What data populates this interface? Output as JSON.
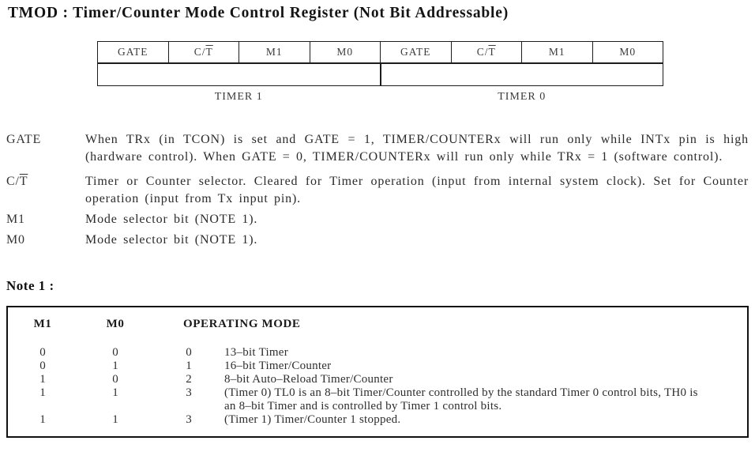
{
  "title": "TMOD : Timer/Counter Mode Control Register (Not Bit Addressable)",
  "register": {
    "bits": [
      {
        "text": "GATE",
        "overline": ""
      },
      {
        "text": "C/",
        "overline": "T"
      },
      {
        "text": "M1",
        "overline": ""
      },
      {
        "text": "M0",
        "overline": ""
      },
      {
        "text": "GATE",
        "overline": ""
      },
      {
        "text": "C/",
        "overline": "T"
      },
      {
        "text": "M1",
        "overline": ""
      },
      {
        "text": "M0",
        "overline": ""
      }
    ],
    "timer1_label": "TIMER 1",
    "timer0_label": "TIMER 0"
  },
  "definitions": [
    {
      "term": "GATE",
      "term_overline": "",
      "gap": "gap-lg",
      "description": "When TRx (in TCON) is set and GATE = 1, TIMER/COUNTERx will run only while INTx pin is high (hardware control). When GATE = 0, TIMER/COUNTERx will run only while TRx = 1 (software control)."
    },
    {
      "term": "C/",
      "term_overline": "T",
      "gap": "gap-sm",
      "description": "Timer or Counter selector. Cleared for Timer operation (input from internal system clock). Set for Counter operation (input from Tx input pin)."
    },
    {
      "term": "M1",
      "term_overline": "",
      "gap": "gap-sm",
      "description": "Mode selector bit (NOTE 1)."
    },
    {
      "term": "M0",
      "term_overline": "",
      "gap": "gap-sm",
      "description": "Mode selector bit (NOTE 1)."
    }
  ],
  "note": {
    "heading": "Note 1 :",
    "table": {
      "col_m1": "M1",
      "col_m0": "M0",
      "col_operating_mode": "OPERATING MODE",
      "rows": [
        {
          "m1": "0",
          "m0": "0",
          "mode": "0",
          "description": "13–bit Timer"
        },
        {
          "m1": "0",
          "m0": "1",
          "mode": "1",
          "description": "16–bit Timer/Counter"
        },
        {
          "m1": "1",
          "m0": "0",
          "mode": "2",
          "description": "8–bit Auto–Reload Timer/Counter"
        },
        {
          "m1": "1",
          "m0": "1",
          "mode": "3",
          "description": "(Timer 0) TL0 is an 8–bit Timer/Counter controlled by the standard Timer 0 control bits, TH0 is an 8–bit Timer and is controlled by Timer 1 control bits."
        },
        {
          "m1": "1",
          "m0": "1",
          "mode": "3",
          "description": "(Timer 1) Timer/Counter 1 stopped."
        }
      ]
    }
  }
}
